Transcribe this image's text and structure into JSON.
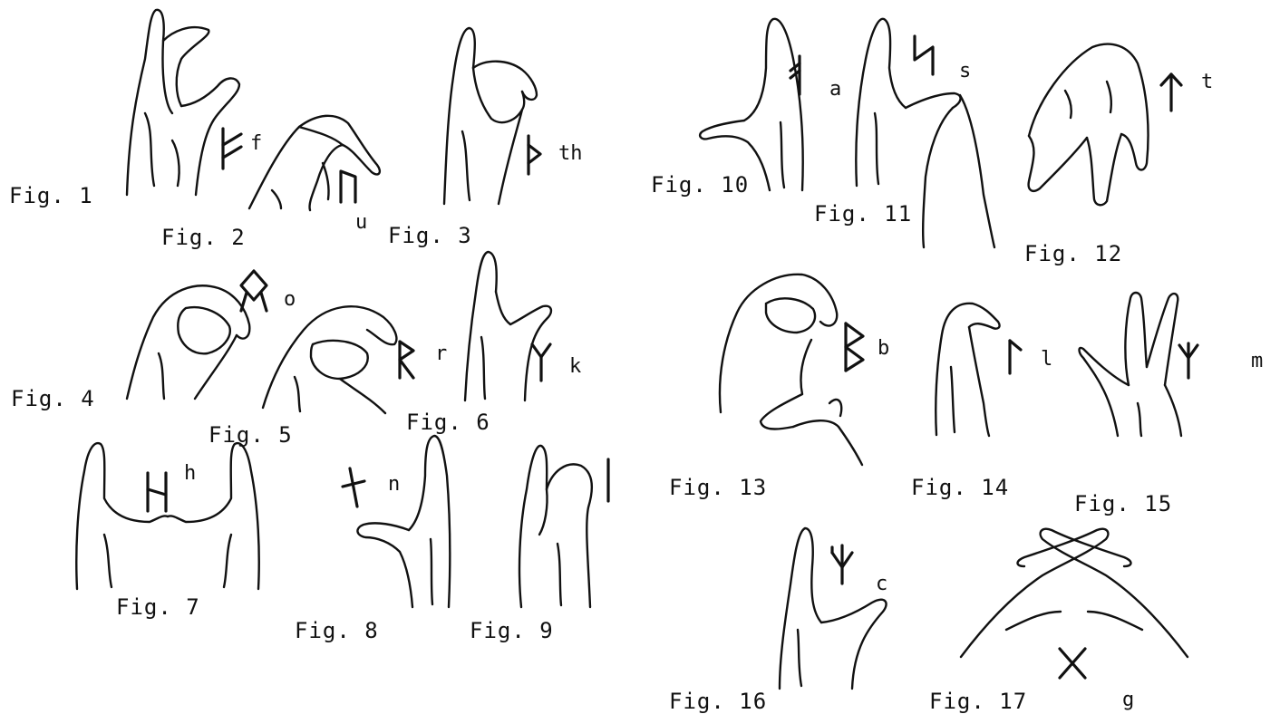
{
  "figures": [
    {
      "label": "Fig. 1",
      "letter": "f",
      "rune": "fehu-rune"
    },
    {
      "label": "Fig. 2",
      "letter": "u",
      "rune": "uruz-rune"
    },
    {
      "label": "Fig. 3",
      "letter": "th",
      "rune": "thurisaz-rune"
    },
    {
      "label": "Fig. 4",
      "letter": "o",
      "rune": "othala-rune"
    },
    {
      "label": "Fig. 5",
      "letter": "r",
      "rune": "raido-rune"
    },
    {
      "label": "Fig. 6",
      "letter": "k",
      "rune": "kaun-rune"
    },
    {
      "label": "Fig. 7",
      "letter": "h",
      "rune": "hagalaz-rune"
    },
    {
      "label": "Fig. 8",
      "letter": "n",
      "rune": "naudiz-rune"
    },
    {
      "label": "Fig. 9",
      "letter": "",
      "rune": "isa-rune"
    },
    {
      "label": "Fig. 10",
      "letter": "a",
      "rune": "ansuz-rune"
    },
    {
      "label": "Fig. 11",
      "letter": "s",
      "rune": "sowilo-rune"
    },
    {
      "label": "Fig. 12",
      "letter": "t",
      "rune": "tiwaz-rune"
    },
    {
      "label": "Fig. 13",
      "letter": "b",
      "rune": "berkano-rune"
    },
    {
      "label": "Fig. 14",
      "letter": "l",
      "rune": "laguz-rune"
    },
    {
      "label": "Fig. 15",
      "letter": "m",
      "rune": "madr-rune"
    },
    {
      "label": "Fig. 16",
      "letter": "c",
      "rune": "calc-rune"
    },
    {
      "label": "Fig. 17",
      "letter": "g",
      "rune": "gebo-rune"
    }
  ],
  "colors": {
    "ink": "#111111",
    "paper": "#ffffff"
  }
}
